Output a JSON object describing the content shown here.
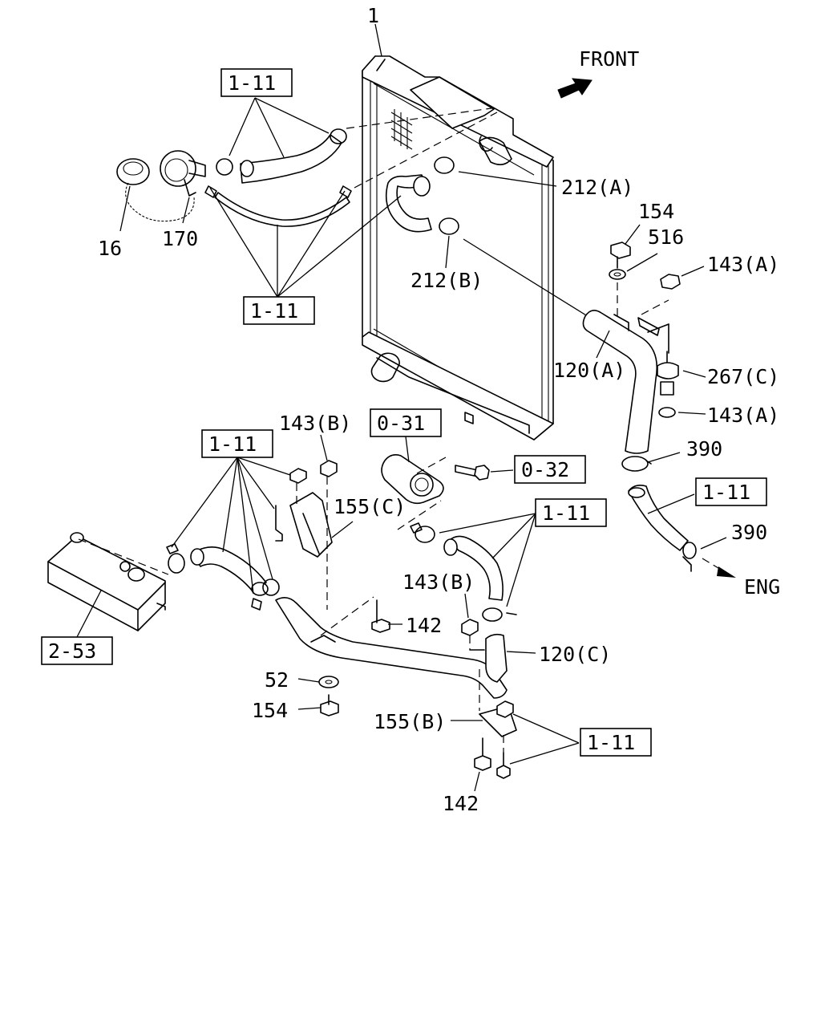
{
  "direction": {
    "front": "FRONT",
    "eng": "ENG"
  },
  "parts": {
    "p1": "1",
    "p16": "16",
    "p170": "170",
    "p212a": "212(A)",
    "p212b": "212(B)",
    "p154a": "154",
    "p516": "516",
    "p143a_top": "143(A)",
    "p120a": "120(A)",
    "p267c": "267(C)",
    "p143a_bot": "143(A)",
    "p390a": "390",
    "p390b": "390",
    "p143b_top": "143(B)",
    "p155c": "155(C)",
    "p142a": "142",
    "p143b_mid": "143(B)",
    "p120c": "120(C)",
    "p52": "52",
    "p154b": "154",
    "p155b": "155(B)",
    "p142b": "142"
  },
  "refs": {
    "r111_a": "1-11",
    "r111_b": "1-11",
    "r111_c": "1-11",
    "r111_d": "1-11",
    "r111_e": "1-11",
    "r111_f": "1-11",
    "r031": "0-31",
    "r032": "0-32",
    "r253": "2-53"
  }
}
